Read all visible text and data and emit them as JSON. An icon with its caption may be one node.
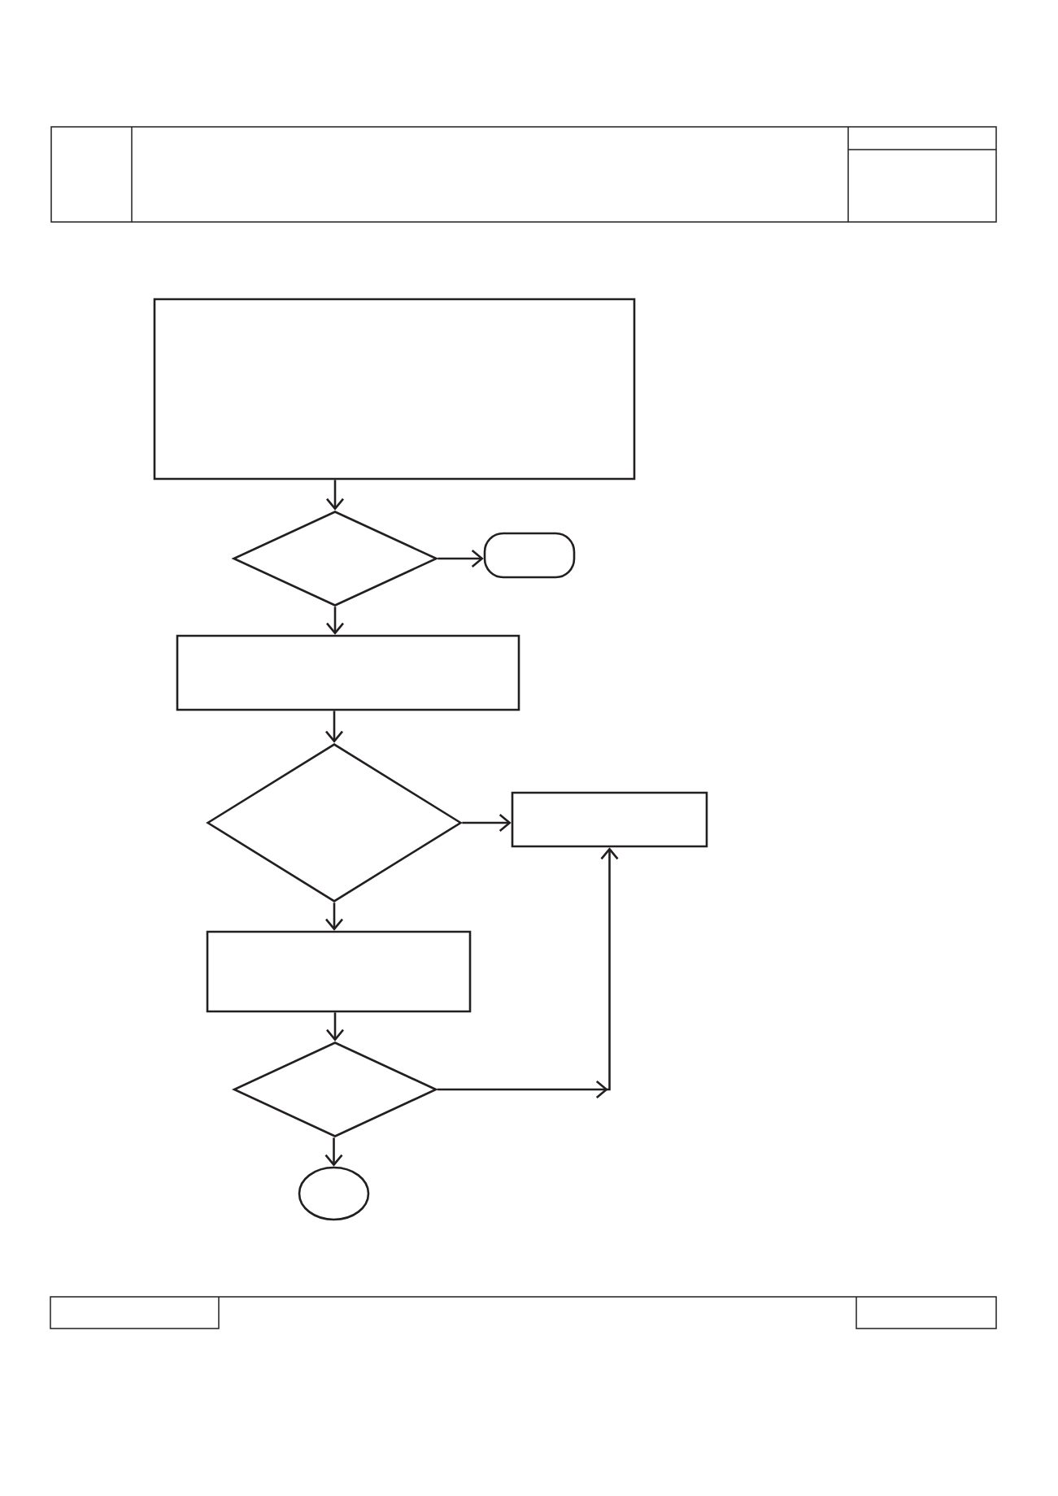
{
  "diagram": {
    "nodes": [
      {
        "text": [],
        "shape": "box"
      },
      {
        "text": [],
        "shape": "diamond"
      },
      {
        "text": [],
        "shape": "stadium"
      },
      {
        "text": [],
        "shape": "box"
      },
      {
        "text": [],
        "shape": "diamond"
      },
      {
        "text": [],
        "shape": "box"
      },
      {
        "text": [],
        "shape": "box"
      },
      {
        "text": [],
        "shape": "diamond"
      },
      {
        "text": [],
        "shape": "ellipse"
      }
    ],
    "edges": [
      {
        "from": 0,
        "to": 1,
        "arrow": "to"
      },
      {
        "from": 1,
        "to": 2,
        "arrow": "to"
      },
      {
        "from": 1,
        "to": 3,
        "arrow": "to"
      },
      {
        "from": 3,
        "to": 4,
        "arrow": "to"
      },
      {
        "from": 4,
        "to": 5,
        "arrow": "to"
      },
      {
        "from": 4,
        "to": 6,
        "arrow": "to"
      },
      {
        "from": 6,
        "to": 7,
        "arrow": "to"
      },
      {
        "from": 7,
        "to": 5,
        "arrow": "to"
      },
      {
        "from": 7,
        "to": 8,
        "arrow": "to"
      }
    ]
  }
}
